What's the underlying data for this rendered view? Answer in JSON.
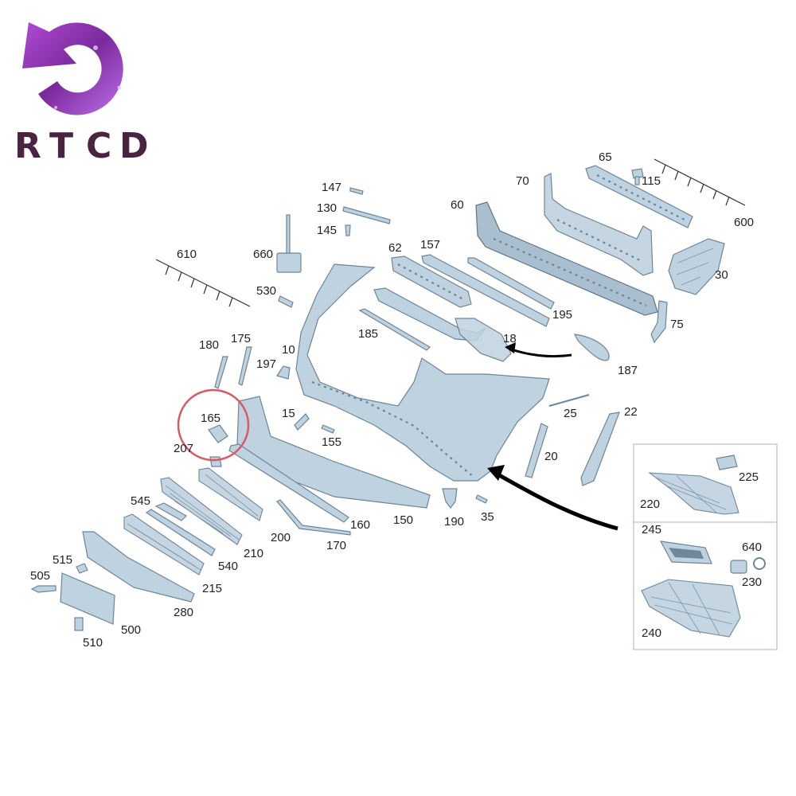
{
  "brand": {
    "text": "RTCD",
    "letters": [
      "R",
      "T",
      "C",
      "D"
    ]
  },
  "highlight": {
    "part": "165",
    "color": "#d95a64"
  },
  "colors": {
    "part_fill": "#bfd2df",
    "part_stroke": "#6d8596",
    "logo_purple": "#8e2fb0",
    "text": "#222222"
  },
  "labels": {
    "l65": "65",
    "l70": "70",
    "l115": "115",
    "l600": "600",
    "l147": "147",
    "l130": "130",
    "l145": "145",
    "l60": "60",
    "l610": "610",
    "l660": "660",
    "l62": "62",
    "l157": "157",
    "l30": "30",
    "l530": "530",
    "l195": "195",
    "l75": "75",
    "l185": "185",
    "l18": "18",
    "l180": "180",
    "l175": "175",
    "l10": "10",
    "l197": "197",
    "l187": "187",
    "l165": "165",
    "l15": "15",
    "l25": "25",
    "l22": "22",
    "l155": "155",
    "l207": "207",
    "l20": "20",
    "l545": "545",
    "l160": "160",
    "l150": "150",
    "l190": "190",
    "l35": "35",
    "l200": "200",
    "l210": "210",
    "l170": "170",
    "l515": "515",
    "l540": "540",
    "l505": "505",
    "l215": "215",
    "l280": "280",
    "l500": "500",
    "l510": "510",
    "l225": "225",
    "l220": "220",
    "l245": "245",
    "l640": "640",
    "l230": "230",
    "l240": "240"
  }
}
